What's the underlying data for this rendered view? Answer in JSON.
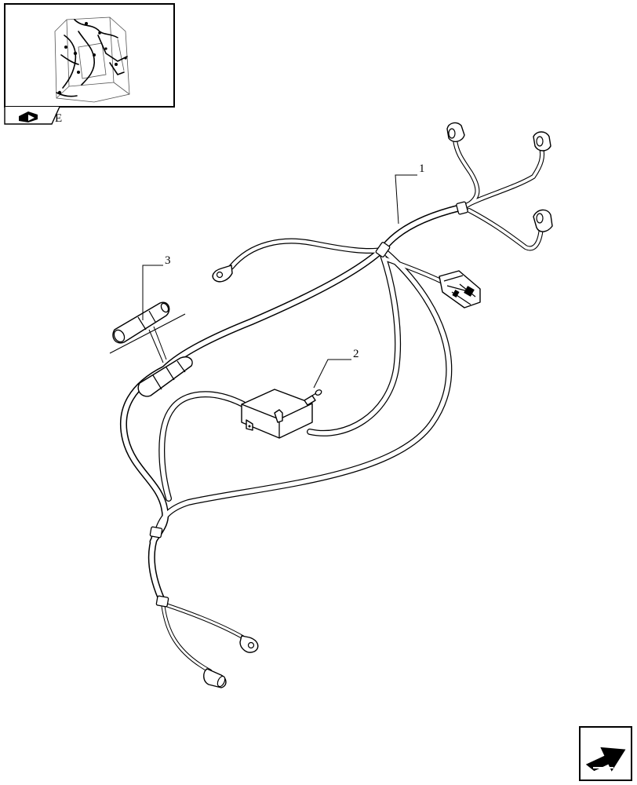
{
  "diagram": {
    "callouts": [
      {
        "id": "1",
        "label": "1",
        "part": "wiring-harness"
      },
      {
        "id": "2",
        "label": "2",
        "part": "screw"
      },
      {
        "id": "3",
        "label": "3",
        "part": "fuse-holder"
      }
    ]
  },
  "thumbnail": {
    "corner_mark": "E"
  },
  "icons": {
    "nav_badge": "book-arrow-icon",
    "next_page": "next-page-arrow-icon"
  }
}
